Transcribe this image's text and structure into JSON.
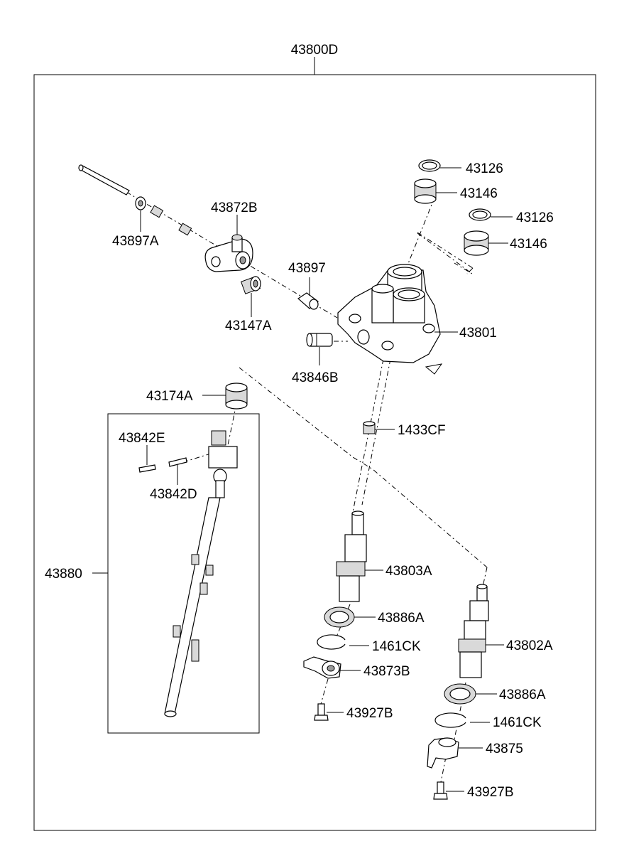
{
  "assembly_label": "43800D",
  "kit_label": "43880",
  "parts": {
    "p43126_top": "43126",
    "p43146_top": "43146",
    "p43126_mid": "43126",
    "p43146_mid": "43146",
    "p43872B": "43872B",
    "p43897A": "43897A",
    "p43897": "43897",
    "p43147A": "43147A",
    "p43801": "43801",
    "p43846B": "43846B",
    "p43174A": "43174A",
    "p1433CF": "1433CF",
    "p43842E": "43842E",
    "p43842D": "43842D",
    "p43803A": "43803A",
    "p43886A_left": "43886A",
    "p1461CK_left": "1461CK",
    "p43873B": "43873B",
    "p43927B_left": "43927B",
    "p43802A": "43802A",
    "p43886A_right": "43886A",
    "p1461CK_right": "1461CK",
    "p43875": "43875",
    "p43927B_right": "43927B"
  }
}
